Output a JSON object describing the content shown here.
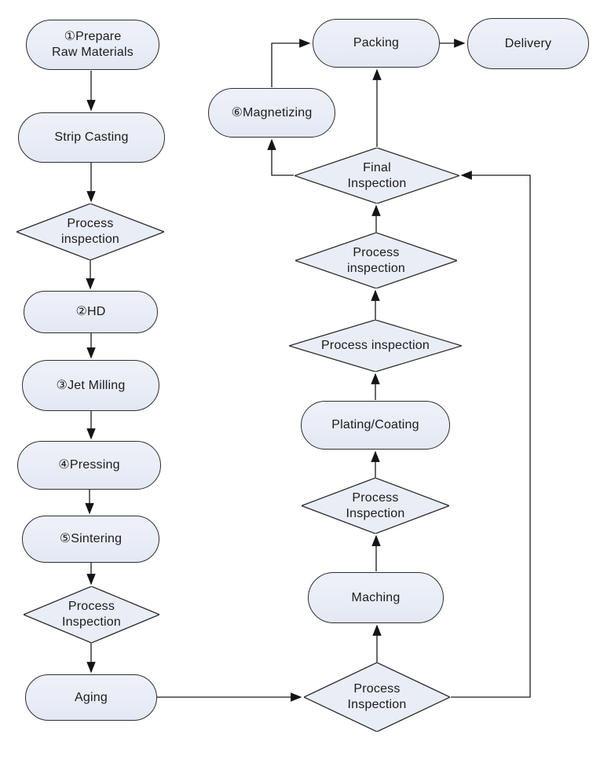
{
  "diagram": {
    "type": "flowchart",
    "colors": {
      "background": "#ffffff",
      "node_fill": "#e9edf6",
      "node_stroke": "#2e2e2e",
      "connector": "#1a1a1a"
    },
    "nodes": {
      "prepare": {
        "label": "①Prepare\nRaw Materials",
        "shape": "stadium"
      },
      "strip_casting": {
        "label": "Strip Casting",
        "shape": "stadium"
      },
      "process_inspection_1": {
        "label": "Process\ninspection",
        "shape": "diamond"
      },
      "hd": {
        "label": "②HD",
        "shape": "stadium"
      },
      "jet_milling": {
        "label": "③Jet Milling",
        "shape": "stadium"
      },
      "pressing": {
        "label": "④Pressing",
        "shape": "stadium"
      },
      "sintering": {
        "label": "⑤Sintering",
        "shape": "stadium"
      },
      "process_inspection_2": {
        "label": "Process\nInspection",
        "shape": "diamond"
      },
      "aging": {
        "label": "Aging",
        "shape": "stadium"
      },
      "process_inspection_3": {
        "label": "Process\nInspection",
        "shape": "diamond"
      },
      "maching": {
        "label": "Maching",
        "shape": "stadium"
      },
      "process_inspection_4": {
        "label": "Process\nInspection",
        "shape": "diamond"
      },
      "plating_coating": {
        "label": "Plating/Coating",
        "shape": "stadium"
      },
      "process_inspection_5": {
        "label": "Process inspection",
        "shape": "diamond"
      },
      "process_inspection_6": {
        "label": "Process\ninspection",
        "shape": "diamond"
      },
      "final_inspection": {
        "label": "Final\nInspection",
        "shape": "diamond"
      },
      "magnetizing": {
        "label": "⑥Magnetizing",
        "shape": "stadium"
      },
      "packing": {
        "label": "Packing",
        "shape": "stadium"
      },
      "delivery": {
        "label": "Delivery",
        "shape": "stadium"
      }
    },
    "edges": [
      {
        "from": "prepare",
        "to": "strip_casting"
      },
      {
        "from": "strip_casting",
        "to": "process_inspection_1"
      },
      {
        "from": "process_inspection_1",
        "to": "hd"
      },
      {
        "from": "hd",
        "to": "jet_milling"
      },
      {
        "from": "jet_milling",
        "to": "pressing"
      },
      {
        "from": "pressing",
        "to": "sintering"
      },
      {
        "from": "sintering",
        "to": "process_inspection_2"
      },
      {
        "from": "process_inspection_2",
        "to": "aging"
      },
      {
        "from": "aging",
        "to": "process_inspection_3"
      },
      {
        "from": "process_inspection_3",
        "to": "maching"
      },
      {
        "from": "maching",
        "to": "process_inspection_4"
      },
      {
        "from": "process_inspection_4",
        "to": "plating_coating"
      },
      {
        "from": "plating_coating",
        "to": "process_inspection_5"
      },
      {
        "from": "process_inspection_5",
        "to": "process_inspection_6"
      },
      {
        "from": "process_inspection_6",
        "to": "final_inspection"
      },
      {
        "from": "final_inspection",
        "to": "packing"
      },
      {
        "from": "final_inspection",
        "to": "magnetizing"
      },
      {
        "from": "magnetizing",
        "to": "packing"
      },
      {
        "from": "packing",
        "to": "delivery"
      },
      {
        "from": "process_inspection_3",
        "to": "final_inspection"
      }
    ]
  }
}
